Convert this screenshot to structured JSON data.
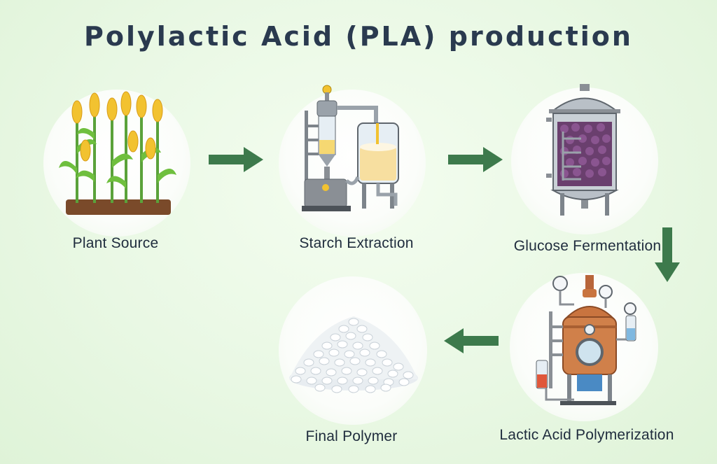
{
  "title": "Polylactic Acid (PLA) production",
  "stages": [
    {
      "label": "Plant Source",
      "icon": "corn-plants-icon"
    },
    {
      "label": "Starch Extraction",
      "icon": "extraction-apparatus-icon"
    },
    {
      "label": "Glucose Fermentation",
      "icon": "fermentation-tank-icon"
    },
    {
      "label": "Lactic Acid Polymerization",
      "icon": "copper-reactor-icon"
    },
    {
      "label": "Final Polymer",
      "icon": "pla-pellets-icon"
    }
  ],
  "colors": {
    "arrow": "#3d7a4c",
    "title": "#2a3a4f",
    "background": "#e9f8e4"
  }
}
